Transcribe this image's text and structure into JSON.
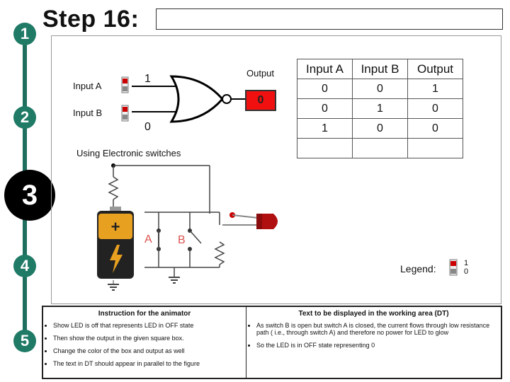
{
  "steps": [
    "1",
    "2",
    "3",
    "4",
    "5"
  ],
  "header": {
    "title": "Step 16:"
  },
  "gate": {
    "input_a_label": "Input A",
    "input_b_label": "Input B",
    "input_a_value": "1",
    "input_b_value": "0",
    "output_label": "Output",
    "output_value": "0"
  },
  "truth_table": {
    "headers": [
      "Input A",
      "Input B",
      "Output"
    ],
    "rows": [
      [
        "0",
        "0",
        "1"
      ],
      [
        "0",
        "1",
        "0"
      ],
      [
        "1",
        "0",
        "0"
      ],
      [
        "",
        "",
        ""
      ]
    ]
  },
  "circuit": {
    "caption": "Using Electronic switches",
    "switch_a_label": "A",
    "switch_b_label": "B"
  },
  "legend": {
    "label": "Legend:",
    "on_value": "1",
    "off_value": "0"
  },
  "instructions": {
    "animator_header": "Instruction for the animator",
    "animator_items": [
      "Show LED is off that represents LED in OFF state",
      "Then show the output in the given square box.",
      "Change the color of the box and output as well",
      "The text in DT should appear  in parallel to the figure"
    ],
    "dt_header": "Text to be displayed in the working area (DT)",
    "dt_items": [
      "As switch B is open but switch A is closed, the current flows through low resistance path ( i.e., through switch A) and therefore no power for LED to glow",
      "So the LED is in OFF state representing 0"
    ]
  },
  "colors": {
    "rail": "#1f6f5f",
    "step": "#1f7a66",
    "output_box": "#f01010",
    "led": "#b01010"
  }
}
